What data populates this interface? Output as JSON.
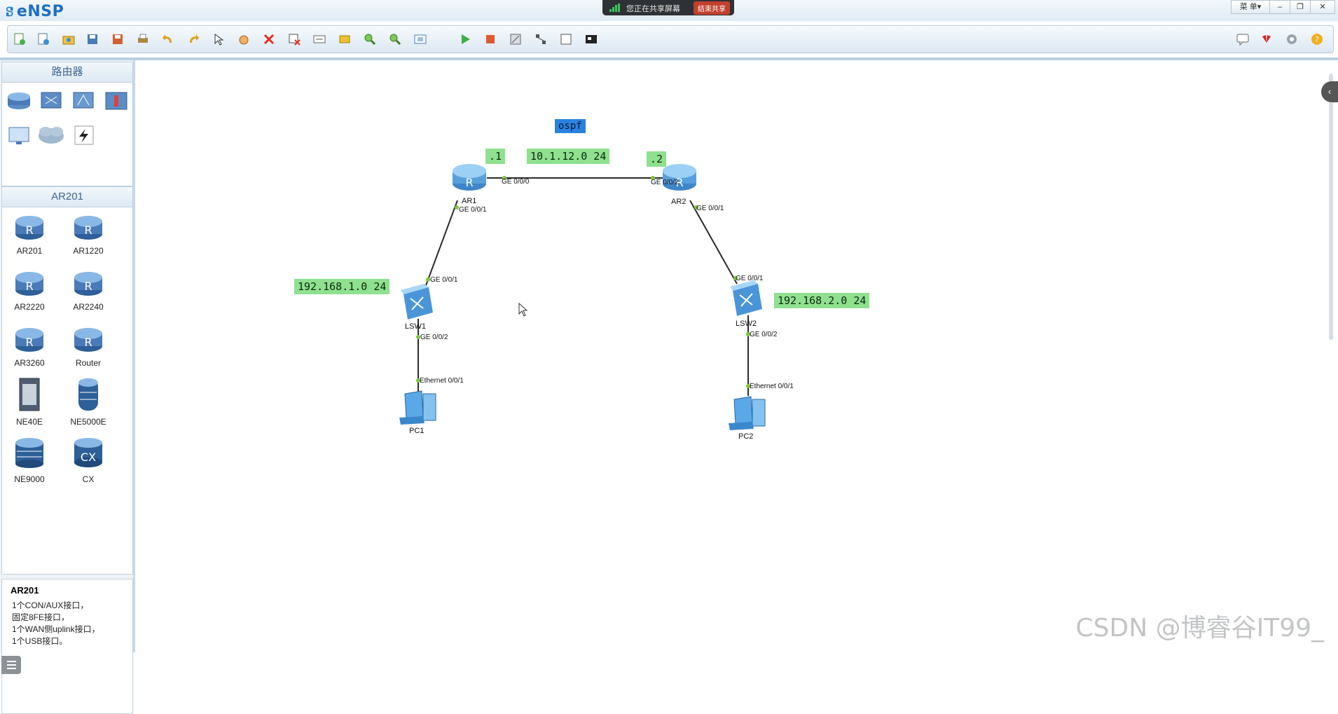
{
  "app": {
    "title": "eNSP",
    "menu_label": "菜 单"
  },
  "screen_share": {
    "text": "您正在共享屏幕",
    "stop_label": "结束共享"
  },
  "toolbar": {
    "icons": [
      "new-topology-icon",
      "new-example-icon",
      "open-icon",
      "save-icon",
      "save-as-icon",
      "print-icon",
      "undo-icon",
      "redo-icon",
      "select-icon",
      "pan-icon",
      "delete-icon",
      "delete-links-icon",
      "text-icon",
      "palette-icon",
      "zoom-in-icon",
      "zoom-out-icon",
      "fit-icon",
      "start-icon",
      "stop-icon",
      "capture-icon",
      "topology-icon",
      "console-icon",
      "fullscreen-icon"
    ],
    "right_icons": [
      "chat-icon",
      "huawei-icon",
      "settings-icon",
      "help-icon"
    ]
  },
  "sidebar": {
    "category_title": "路由器",
    "category_icons": [
      "router-icon",
      "switch-icon",
      "wlan-icon",
      "firewall-icon",
      "terminal-icon",
      "cloud-icon",
      "cable-icon"
    ],
    "device_title": "AR201",
    "devices": [
      "AR201",
      "AR1220",
      "AR2220",
      "AR2240",
      "AR3260",
      "Router",
      "NE40E",
      "NE5000E",
      "NE9000",
      "CX"
    ],
    "info": {
      "title": "AR201",
      "lines": [
        "1个CON/AUX接口，",
        "固定8FE接口，",
        "1个WAN侧uplink接口，",
        "1个USB接口。"
      ]
    }
  },
  "topology": {
    "labels": {
      "ospf": "ospf",
      "net_12": "10.1.12.0 24",
      "ar1_addr": ".1",
      "ar2_addr": ".2",
      "net_1": "192.168.1.0 24",
      "net_2": "192.168.2.0 24"
    },
    "nodes": {
      "ar1": "AR1",
      "ar2": "AR2",
      "lsw1": "LSW1",
      "lsw2": "LSW2",
      "pc1": "PC1",
      "pc2": "PC2"
    },
    "ports": {
      "ar1_g000": "GE 0/0/0",
      "ar2_g002": "GE 0/0/2",
      "ar1_g001": "GE 0/0/1",
      "ar2_g001": "GE 0/0/1",
      "lsw1_g001": "GE 0/0/1",
      "lsw2_g001": "GE 0/0/1",
      "lsw1_g002": "GE 0/0/2",
      "lsw2_g002": "GE 0/0/2",
      "pc1_eth": "Ethernet 0/0/1",
      "pc2_eth": "Ethernet 0/0/1"
    }
  },
  "watermark": "CSDN @博睿谷IT99_"
}
